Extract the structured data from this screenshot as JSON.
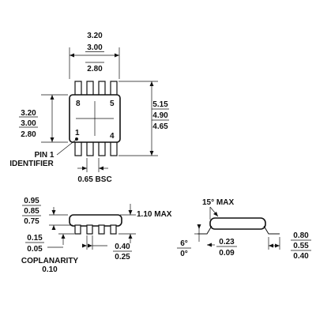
{
  "top_view": {
    "width_dims": [
      "3.20",
      "3.00",
      "2.80"
    ],
    "height_dims": [
      "3.20",
      "3.00",
      "2.80"
    ],
    "right_dims": [
      "5.15",
      "4.90",
      "4.65"
    ],
    "pin_labels": [
      "8",
      "5",
      "1",
      "4"
    ],
    "pin1_label_line1": "PIN 1",
    "pin1_label_line2": "IDENTIFIER",
    "pitch_label": "0.65 BSC"
  },
  "side_view": {
    "left_dims_top": [
      "0.95",
      "0.85",
      "0.75"
    ],
    "left_dims_bottom": [
      "0.15",
      "0.05"
    ],
    "max_height": "1.10 MAX",
    "lead_width_dims": [
      "0.40",
      "0.25"
    ],
    "coplanarity_label": "COPLANARITY",
    "coplanarity_value": "0.10"
  },
  "end_view": {
    "angle_max": "15° MAX",
    "angle_range": [
      "6°",
      "0°"
    ],
    "thickness_dims": [
      "0.23",
      "0.09"
    ],
    "foot_dims": [
      "0.80",
      "0.55",
      "0.40"
    ]
  }
}
